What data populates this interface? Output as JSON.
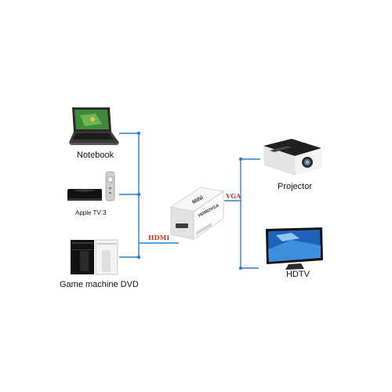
{
  "sources": {
    "notebook": {
      "label": "Notebook"
    },
    "apple_tv": {
      "label": "Apple TV 3"
    },
    "game_dvd": {
      "label": "Game machine DVD"
    }
  },
  "converter": {
    "brand_text": "MiNi",
    "model_text": "HDMI2VGA"
  },
  "cables": {
    "input": {
      "label": "HDMI"
    },
    "output": {
      "label": "VGA"
    }
  },
  "outputs": {
    "projector": {
      "label": "Projector"
    },
    "hdtv": {
      "label": "HDTV"
    }
  },
  "colors": {
    "connector_line": "#2a7fd4",
    "cable_label": "#c0392b"
  }
}
